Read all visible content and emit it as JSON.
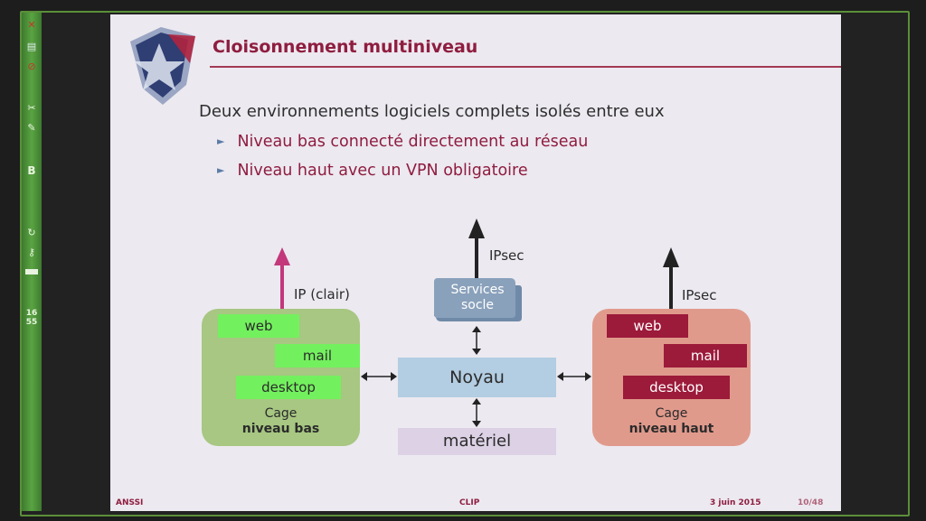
{
  "taskbar": {
    "items": [
      {
        "icon": "close-icon",
        "glyph": "✕",
        "color": "#c0392b"
      },
      {
        "icon": "printer-icon",
        "glyph": "▤",
        "color": "#dfe9ee"
      },
      {
        "icon": "stop-icon",
        "glyph": "⊘",
        "color": "#c0392b"
      },
      {
        "icon": "tools-icon",
        "glyph": "✂",
        "color": "#e8f4e0"
      },
      {
        "icon": "wrench-icon",
        "glyph": "✎",
        "color": "#e8f4e0"
      },
      {
        "icon": "refresh-icon",
        "glyph": "↻",
        "color": "#e8f4e0"
      },
      {
        "icon": "lock-icon",
        "glyph": "⚷",
        "color": "#e8f4e0"
      }
    ],
    "level_badge": "B",
    "clock_hours": "16",
    "clock_minutes": "55"
  },
  "slide": {
    "title": "Cloisonnement multiniveau",
    "intro": "Deux environnements logiciels complets isolés entre eux",
    "bullets": [
      "Niveau bas connecté directement au réseau",
      "Niveau haut avec un VPN obligatoire"
    ],
    "diagram": {
      "low": {
        "web": "web",
        "mail": "mail",
        "desktop": "desktop",
        "cage_line1": "Cage",
        "cage_line2": "niveau bas",
        "arrow_label": "IP (clair)"
      },
      "high": {
        "web": "web",
        "mail": "mail",
        "desktop": "desktop",
        "cage_line1": "Cage",
        "cage_line2": "niveau haut",
        "arrow_label": "IPsec"
      },
      "services_line1": "Services",
      "services_line2": "socle",
      "services_arrow_label": "IPsec",
      "kernel": "Noyau",
      "hardware": "matériel"
    },
    "footer": {
      "left": "ANSSI",
      "center": "CLIP",
      "date": "3 juin 2015",
      "page": "10/48"
    }
  },
  "colors": {
    "title": "#8f1d3f",
    "low_pill": "#73f05e",
    "high_pill": "#9c1a3a",
    "low_cage": "#a7c782",
    "high_cage": "#e09a8c",
    "kernel": "#b3cde2",
    "hardware": "#dcd1e5",
    "services": "#6f8aa8",
    "low_arrow": "#c2387a"
  }
}
